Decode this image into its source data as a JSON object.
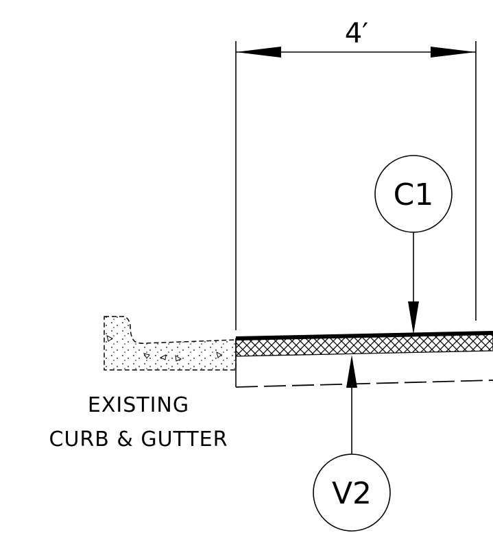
{
  "dimension": {
    "label": "4′"
  },
  "callouts": {
    "top": {
      "label": "C1"
    },
    "bottom": {
      "label": "V2"
    }
  },
  "note": {
    "line1": "EXISTING",
    "line2": "CURB & GUTTER"
  }
}
